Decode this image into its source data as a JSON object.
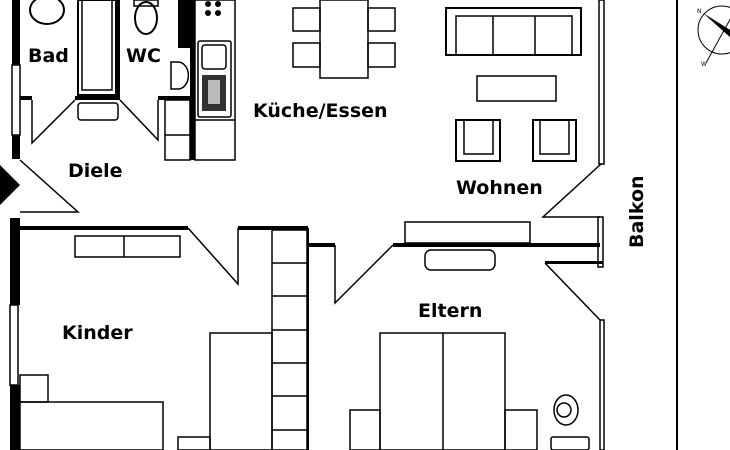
{
  "floorplan": {
    "rooms": {
      "bad": "Bad",
      "wc": "WC",
      "kueche_essen": "Küche/Essen",
      "diele": "Diele",
      "wohnen": "Wohnen",
      "balkon": "Balkon",
      "kinder": "Kinder",
      "eltern": "Eltern"
    },
    "compass": {
      "north": "N",
      "west": "W"
    }
  }
}
